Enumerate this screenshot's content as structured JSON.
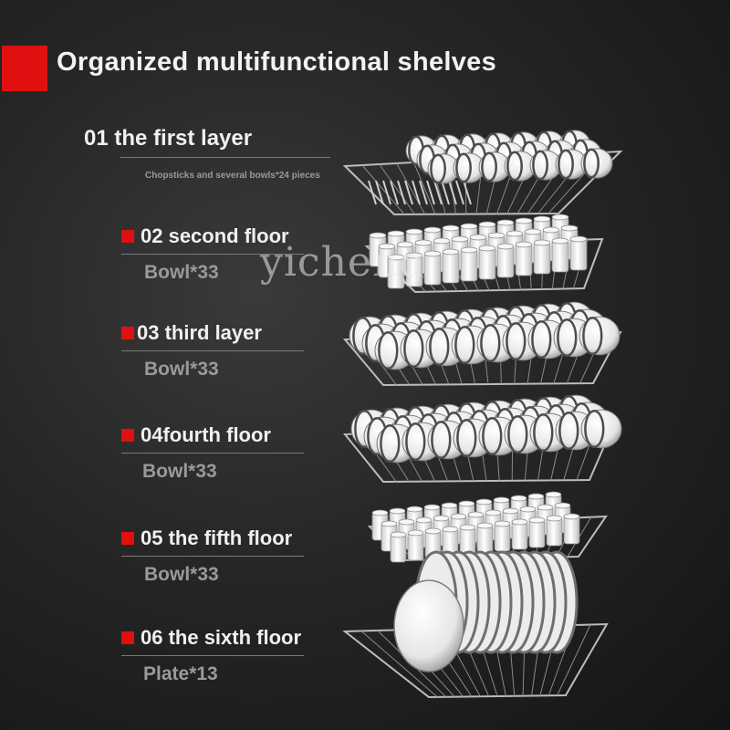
{
  "title": "Organized multifunctional shelves",
  "accent_color": "#e01010",
  "watermark": "yicheng",
  "layers": [
    {
      "title": "01 the first layer",
      "subtitle": "Chopsticks and several bowls*24 pieces"
    },
    {
      "title": "02 second floor",
      "subtitle": "Bowl*33"
    },
    {
      "title": "03 third layer",
      "subtitle": "Bowl*33"
    },
    {
      "title": "04fourth floor",
      "subtitle": "Bowl*33"
    },
    {
      "title": "05 the fifth floor",
      "subtitle": "Bowl*33"
    },
    {
      "title": "06 the sixth floor",
      "subtitle": "Plate*13"
    }
  ]
}
